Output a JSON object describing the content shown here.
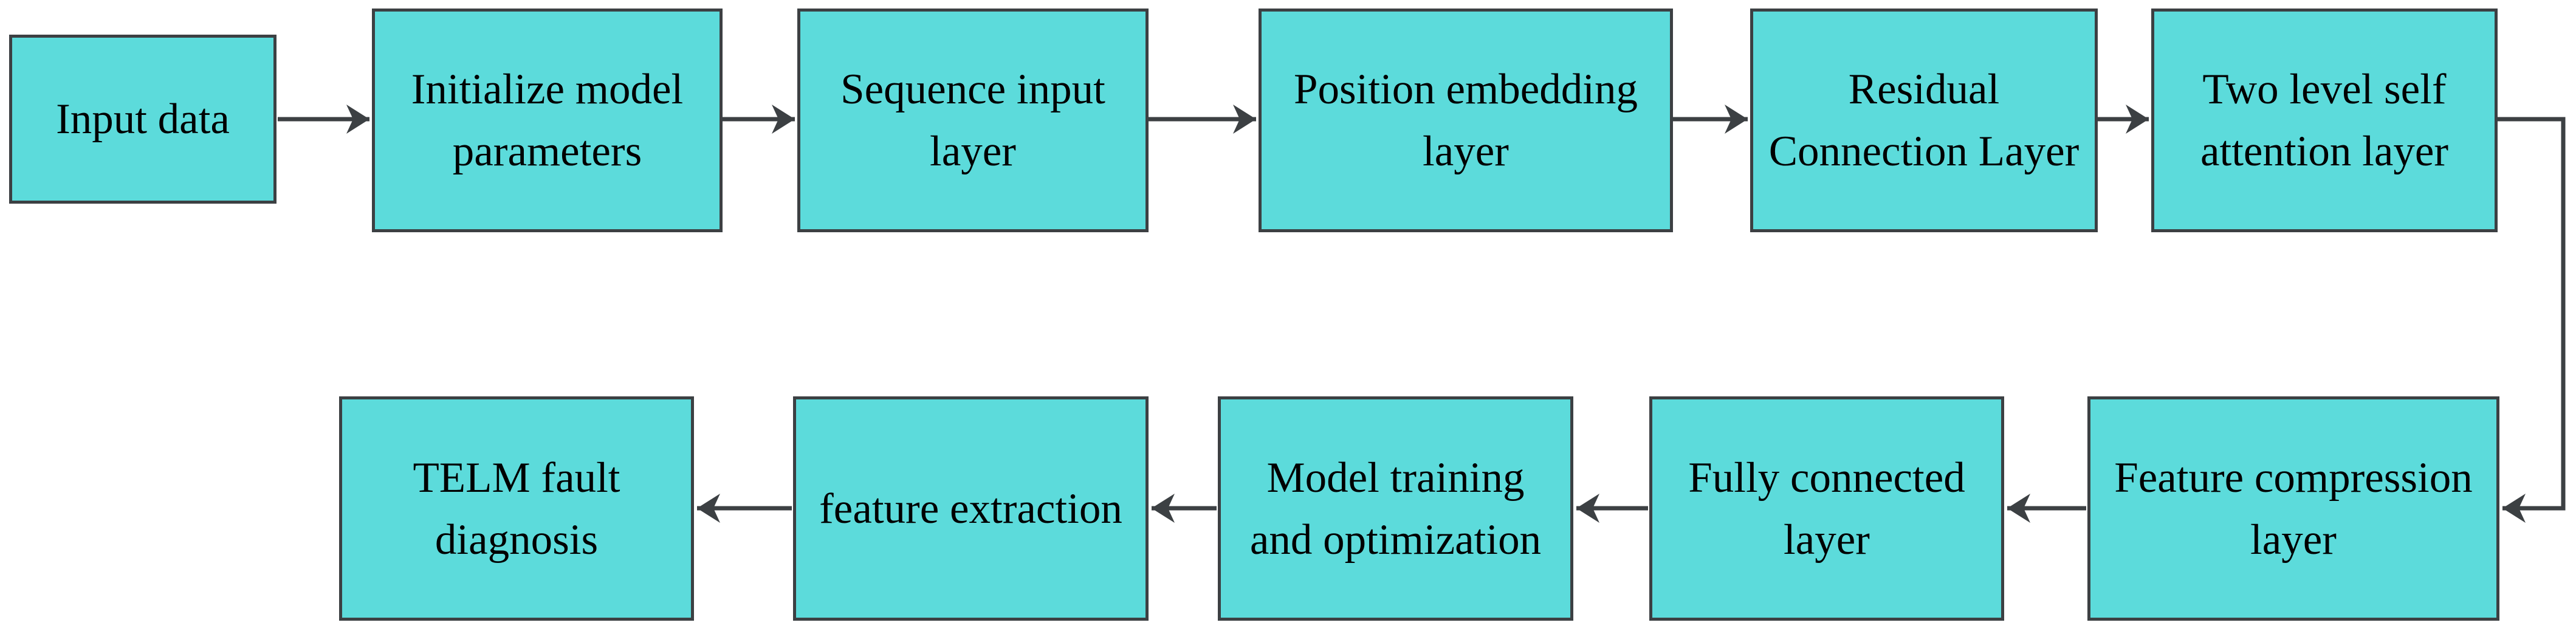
{
  "diagram": {
    "type": "flowchart",
    "title": "",
    "description": "TELM fault diagnosis model pipeline flowchart; top row flows left to right, elbow connector descends on right side, bottom row flows right to left",
    "colors": {
      "node_fill": "#5CDBDB",
      "node_border": "#3C4043",
      "arrow": "#3C4043",
      "text": "#000000",
      "background": "#FFFFFF"
    },
    "nodes": [
      {
        "id": "n1",
        "label": "Input data",
        "lines": [
          "Input data"
        ]
      },
      {
        "id": "n2",
        "label": "Initialize model parameters",
        "lines": [
          "Initialize model",
          "parameters"
        ]
      },
      {
        "id": "n3",
        "label": "Sequence input layer",
        "lines": [
          "Sequence input",
          "layer"
        ]
      },
      {
        "id": "n4",
        "label": "Position embedding layer",
        "lines": [
          "Position embedding",
          "layer"
        ]
      },
      {
        "id": "n5",
        "label": "Residual Connection Layer",
        "lines": [
          "Residual",
          "Connection Layer"
        ]
      },
      {
        "id": "n6",
        "label": "Two level self attention layer",
        "lines": [
          "Two level self",
          "attention layer"
        ]
      },
      {
        "id": "n7",
        "label": "TELM fault diagnosis",
        "lines": [
          "TELM fault",
          "diagnosis"
        ]
      },
      {
        "id": "n8",
        "label": "feature extraction",
        "lines": [
          "feature extraction"
        ]
      },
      {
        "id": "n9",
        "label": "Model training and optimization",
        "lines": [
          "Model training",
          "and optimization"
        ]
      },
      {
        "id": "n10",
        "label": "Fully connected layer",
        "lines": [
          "Fully connected",
          "layer"
        ]
      },
      {
        "id": "n11",
        "label": "Feature compression layer",
        "lines": [
          "Feature compression",
          "layer"
        ]
      }
    ],
    "edges": [
      {
        "from": "Input data",
        "to": "Initialize model parameters"
      },
      {
        "from": "Initialize model parameters",
        "to": "Sequence input layer"
      },
      {
        "from": "Sequence input layer",
        "to": "Position embedding layer"
      },
      {
        "from": "Position embedding layer",
        "to": "Residual Connection Layer"
      },
      {
        "from": "Residual Connection Layer",
        "to": "Two level self attention layer"
      },
      {
        "from": "Two level self attention layer",
        "to": "Feature compression layer"
      },
      {
        "from": "Feature compression layer",
        "to": "Fully connected layer"
      },
      {
        "from": "Fully connected layer",
        "to": "Model training and optimization"
      },
      {
        "from": "Model training and optimization",
        "to": "feature extraction"
      },
      {
        "from": "feature extraction",
        "to": "TELM fault diagnosis"
      }
    ]
  }
}
